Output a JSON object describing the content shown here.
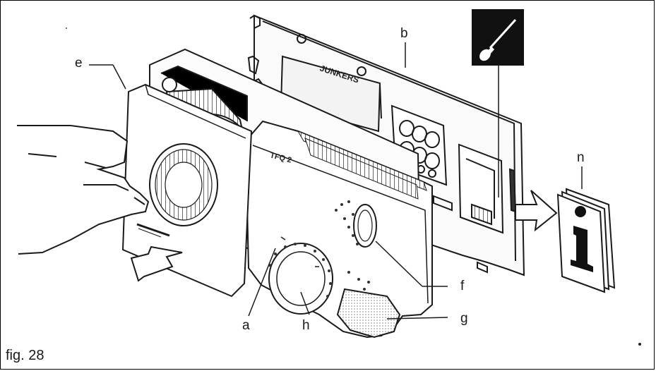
{
  "figure": {
    "caption": "fig. 28",
    "labels": {
      "a": "a",
      "b": "b",
      "e": "e",
      "f": "f",
      "g": "g",
      "h": "h",
      "n": "n"
    },
    "device_text": {
      "brand": "JUNKERS",
      "model": "TFQ 2",
      "info_symbol": "i"
    }
  }
}
